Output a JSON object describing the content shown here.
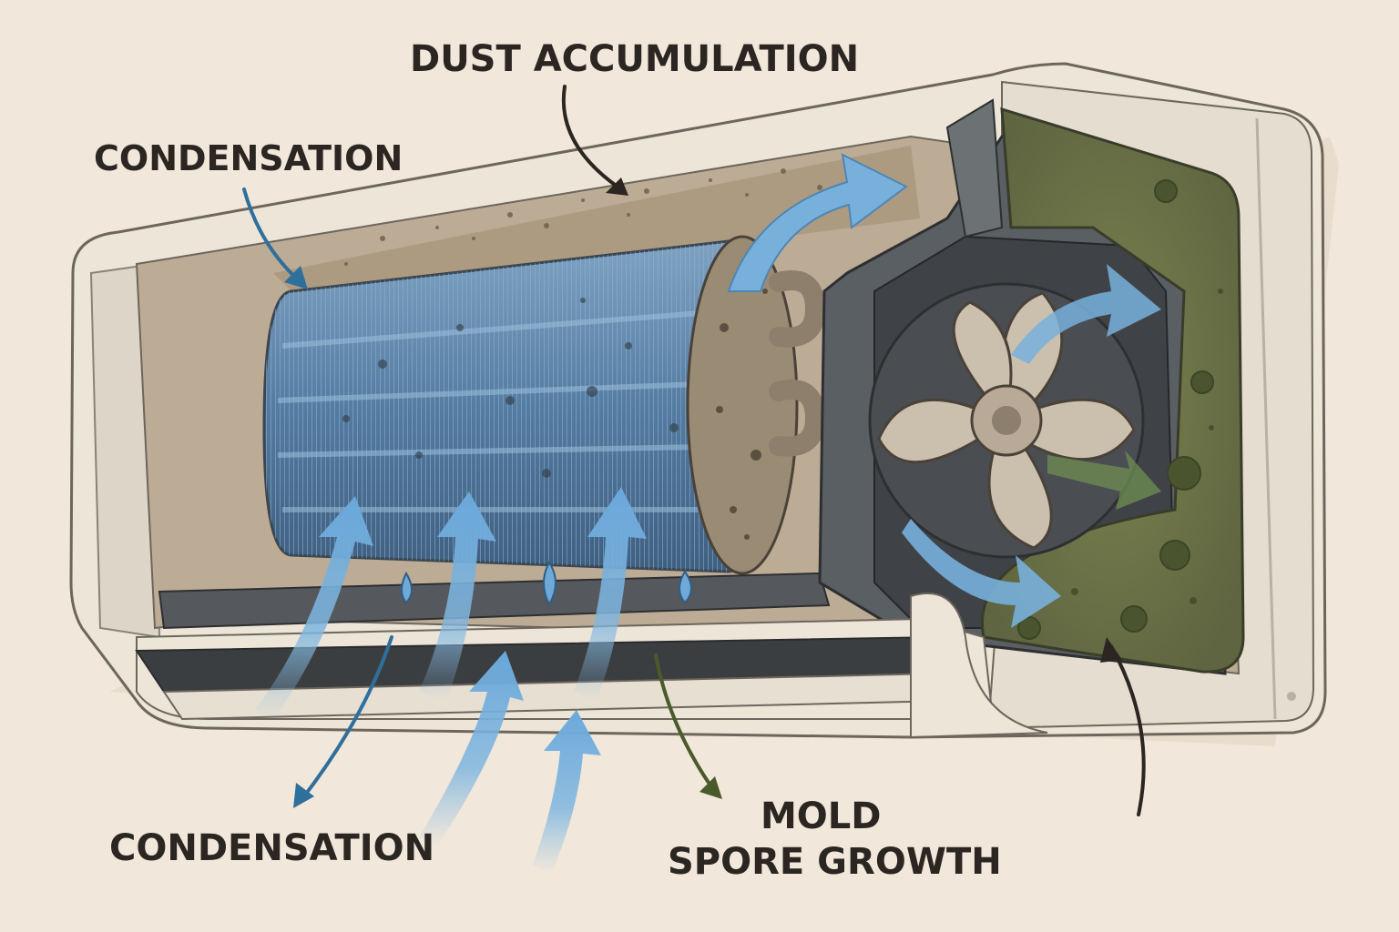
{
  "labels": {
    "dust_accumulation": "DUST ACCUMULATION",
    "condensation_top": "CONDENSATION",
    "condensation_bottom": "CONDENSATION",
    "mold_line1": "MOLD",
    "mold_line2": "SPORE GROWTH"
  },
  "colors": {
    "background": "#f1e7da",
    "casing": "#ede6da",
    "coil": "#5f85a8",
    "airflow": "#7fb4dd",
    "mold": "#5b6a38",
    "condensation_arrow": "#2f6f9c",
    "mold_arrow": "#4b5a2a",
    "dust": "#8a7864"
  },
  "icons": [
    "airflow-arrow",
    "water-drop-icon",
    "fan-icon",
    "mold-spore-icon",
    "pointer-arrow"
  ]
}
